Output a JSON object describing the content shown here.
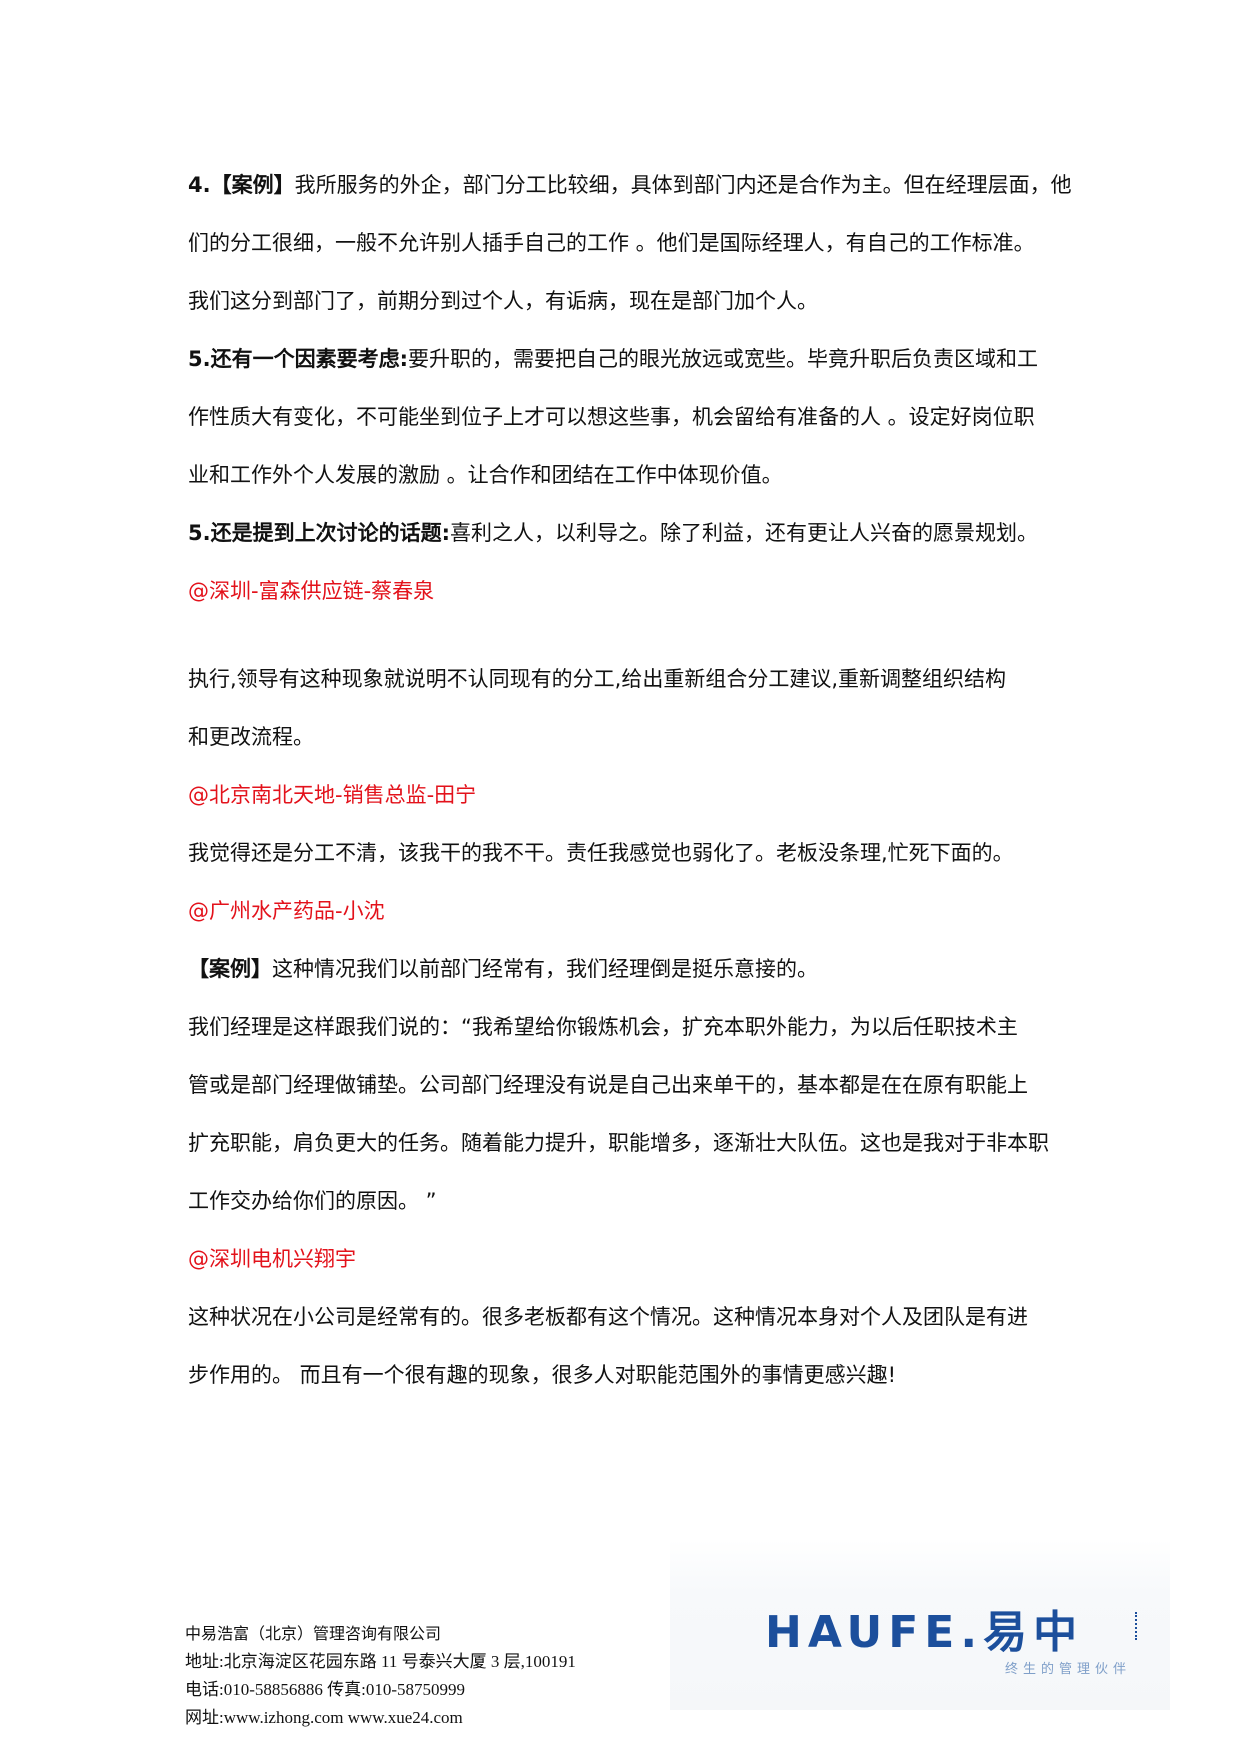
{
  "content": {
    "l1_a": "4.【案例】",
    "l1_b": "我所服务的外企，部门分工比较细，具体到部门内还是合作为主。但在经理层面，他",
    "l2": "们的分工很细，一般不允许别人插手自己的工作 。他们是国际经理人，有自己的工作标准。",
    "l3": "我们这分到部门了，前期分到过个人，有诟病，现在是部门加个人。",
    "l4_a": "5.还有一个因素要考虑:",
    "l4_b": "要升职的，需要把自己的眼光放远或宽些。毕竟升职后负责区域和工",
    "l5": "作性质大有变化，不可能坐到位子上才可以想这些事，机会留给有准备的人 。设定好岗位职",
    "l6": "业和工作外个人发展的激励 。让合作和团结在工作中体现价值。",
    "l7_a": "5.还是提到上次讨论的话题:",
    "l7_b": "喜利之人，以利导之。除了利益，还有更让人兴奋的愿景规划。",
    "author1": "@深圳-富森供应链-蔡春泉",
    "l8": "执行,领导有这种现象就说明不认同现有的分工,给出重新组合分工建议,重新调整组织结构",
    "l9": "和更改流程。",
    "author2": "@北京南北天地-销售总监-田宁",
    "l10": "我觉得还是分工不清，该我干的我不干。责任我感觉也弱化了。老板没条理,忙死下面的。",
    "author3": "@广州水产药品-小沈",
    "l11_a": "【案例】",
    "l11_b": "这种情况我们以前部门经常有，我们经理倒是挺乐意接的。",
    "l12": "我们经理是这样跟我们说的：“我希望给你锻炼机会，扩充本职外能力，为以后任职技术主",
    "l13": "管或是部门经理做铺垫。公司部门经理没有说是自己出来单干的，基本都是在在原有职能上",
    "l14": "扩充职能，肩负更大的任务。随着能力提升，职能增多，逐渐壮大队伍。这也是我对于非本职",
    "l15": "工作交办给你们的原因。 ”",
    "author4": "@深圳电机兴翔宇",
    "l16": "这种状况在小公司是经常有的。很多老板都有这个情况。这种情况本身对个人及团队是有进",
    "l17": "步作用的。 而且有一个很有趣的现象，很多人对职能范围外的事情更感兴趣!"
  },
  "footer": {
    "company": "中易浩富（北京）管理咨询有限公司",
    "address": "地址:北京海淀区花园东路 11 号泰兴大厦 3 层,100191",
    "phone": "电话:010-58856886    传真:010-58750999",
    "web": "网址:www.izhong.com www.xue24.com"
  },
  "logo": {
    "text": "HAUFE.易中",
    "tagline": "终生的管理伙伴"
  },
  "colors": {
    "author": "#e3121b",
    "logo": "#1c4f9c"
  }
}
